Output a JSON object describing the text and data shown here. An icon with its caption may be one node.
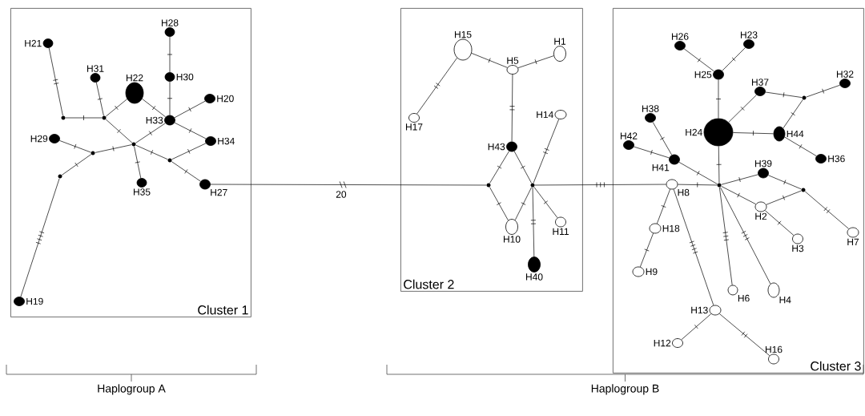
{
  "diagram": {
    "nodes": [
      {
        "text": [
          "Cluster 1"
        ]
      },
      {
        "text": [
          "Cluster 2"
        ]
      },
      {
        "text": [
          "Cluster 3"
        ]
      },
      {
        "text": [
          "H21"
        ],
        "in": 0
      },
      {
        "text": [
          "H31"
        ],
        "in": 0
      },
      {
        "text": [
          "H22"
        ],
        "in": 0
      },
      {
        "text": [
          "H28"
        ],
        "in": 0
      },
      {
        "text": [
          "H30"
        ],
        "in": 0
      },
      {
        "text": [
          "H20"
        ],
        "in": 0
      },
      {
        "text": [
          "H33"
        ],
        "in": 0
      },
      {
        "text": [
          "H29"
        ],
        "in": 0
      },
      {
        "text": [
          "H34"
        ],
        "in": 0
      },
      {
        "text": [
          "H35"
        ],
        "in": 0
      },
      {
        "text": [
          "H27"
        ],
        "in": 0
      },
      {
        "text": [
          "H19"
        ],
        "in": 0
      },
      {
        "text": [],
        "shape": "circle",
        "in": 0
      },
      {
        "text": [],
        "shape": "circle",
        "in": 0
      },
      {
        "text": [],
        "shape": "circle",
        "in": 0
      },
      {
        "text": [],
        "shape": "circle",
        "in": 0
      },
      {
        "text": [],
        "shape": "circle",
        "in": 0
      },
      {
        "text": [],
        "shape": "circle",
        "in": 0
      },
      {
        "text": [
          "H15"
        ],
        "in": 1
      },
      {
        "text": [
          "H5"
        ],
        "in": 1
      },
      {
        "text": [
          "H1"
        ],
        "in": 1
      },
      {
        "text": [
          "H17"
        ],
        "in": 1
      },
      {
        "text": [
          "H14"
        ],
        "in": 1
      },
      {
        "text": [
          "H43"
        ],
        "in": 1
      },
      {
        "text": [
          "H10"
        ],
        "in": 1
      },
      {
        "text": [
          "H11"
        ],
        "in": 1
      },
      {
        "text": [
          "H40"
        ],
        "in": 1
      },
      {
        "text": [],
        "shape": "circle",
        "in": 1
      },
      {
        "text": [],
        "shape": "circle",
        "in": 1
      },
      {
        "text": [
          "H26"
        ],
        "in": 2
      },
      {
        "text": [
          "H23"
        ],
        "in": 2
      },
      {
        "text": [
          "H25"
        ],
        "in": 2
      },
      {
        "text": [
          "H37"
        ],
        "in": 2
      },
      {
        "text": [
          "H32"
        ],
        "in": 2
      },
      {
        "text": [
          "H38"
        ],
        "in": 2
      },
      {
        "text": [
          "H24"
        ],
        "in": 2
      },
      {
        "text": [
          "H44"
        ],
        "in": 2
      },
      {
        "text": [
          "H42"
        ],
        "in": 2
      },
      {
        "text": [
          "H36"
        ],
        "in": 2
      },
      {
        "text": [
          "H41"
        ],
        "in": 2
      },
      {
        "text": [
          "H39"
        ],
        "in": 2
      },
      {
        "text": [
          "H8"
        ],
        "in": 2
      },
      {
        "text": [
          "H2"
        ],
        "in": 2
      },
      {
        "text": [
          "H18"
        ],
        "in": 2
      },
      {
        "text": [
          "H3"
        ],
        "in": 2
      },
      {
        "text": [
          "H7"
        ],
        "in": 2
      },
      {
        "text": [
          "H9"
        ],
        "in": 2
      },
      {
        "text": [
          "H6"
        ],
        "in": 2
      },
      {
        "text": [
          "H4"
        ],
        "in": 2
      },
      {
        "text": [
          "H13"
        ],
        "in": 2
      },
      {
        "text": [
          "H12"
        ],
        "in": 2
      },
      {
        "text": [
          "H16"
        ],
        "in": 2
      },
      {
        "text": [],
        "shape": "circle",
        "in": 2
      },
      {
        "text": [],
        "shape": "circle",
        "in": 2
      },
      {
        "text": [],
        "shape": "circle",
        "in": 2
      }
    ],
    "edges": [
      {
        "from": 3,
        "to": 15,
        "arrow": "none"
      },
      {
        "from": 15,
        "to": 16,
        "arrow": "none"
      },
      {
        "from": 4,
        "to": 16,
        "arrow": "none"
      },
      {
        "from": 16,
        "to": 5,
        "arrow": "none"
      },
      {
        "from": 16,
        "to": 17,
        "arrow": "none"
      },
      {
        "from": 5,
        "to": 9,
        "arrow": "none"
      },
      {
        "from": 6,
        "to": 7,
        "arrow": "none"
      },
      {
        "from": 7,
        "to": 9,
        "arrow": "none"
      },
      {
        "from": 9,
        "to": 8,
        "arrow": "none"
      },
      {
        "from": 9,
        "to": 17,
        "arrow": "none"
      },
      {
        "from": 9,
        "to": 11,
        "arrow": "none"
      },
      {
        "from": 17,
        "to": 12,
        "arrow": "none"
      },
      {
        "from": 17,
        "to": 19,
        "arrow": "none"
      },
      {
        "from": 19,
        "to": 11,
        "arrow": "none"
      },
      {
        "from": 19,
        "to": 13,
        "arrow": "none"
      },
      {
        "from": 10,
        "to": 18,
        "arrow": "none"
      },
      {
        "from": 18,
        "to": 17,
        "arrow": "none"
      },
      {
        "from": 18,
        "to": 20,
        "arrow": "none"
      },
      {
        "from": 20,
        "to": 14,
        "arrow": "none"
      },
      {
        "from": 13,
        "to": 30,
        "arrow": "none",
        "label": "20"
      },
      {
        "from": 21,
        "to": 22,
        "arrow": "none"
      },
      {
        "from": 22,
        "to": 23,
        "arrow": "none"
      },
      {
        "from": 21,
        "to": 24,
        "arrow": "none"
      },
      {
        "from": 22,
        "to": 26,
        "arrow": "none"
      },
      {
        "from": 26,
        "to": 30,
        "arrow": "none"
      },
      {
        "from": 26,
        "to": 31,
        "arrow": "none"
      },
      {
        "from": 30,
        "to": 27,
        "arrow": "none"
      },
      {
        "from": 27,
        "to": 31,
        "arrow": "none"
      },
      {
        "from": 31,
        "to": 25,
        "arrow": "none"
      },
      {
        "from": 31,
        "to": 28,
        "arrow": "none"
      },
      {
        "from": 31,
        "to": 29,
        "arrow": "none"
      },
      {
        "from": 31,
        "to": 44,
        "arrow": "none"
      },
      {
        "from": 32,
        "to": 34,
        "arrow": "none"
      },
      {
        "from": 33,
        "to": 34,
        "arrow": "none"
      },
      {
        "from": 34,
        "to": 38,
        "arrow": "none"
      },
      {
        "from": 38,
        "to": 35,
        "arrow": "none"
      },
      {
        "from": 35,
        "to": 55,
        "arrow": "none"
      },
      {
        "from": 55,
        "to": 36,
        "arrow": "none"
      },
      {
        "from": 55,
        "to": 39,
        "arrow": "none"
      },
      {
        "from": 38,
        "to": 39,
        "arrow": "none"
      },
      {
        "from": 39,
        "to": 41,
        "arrow": "none"
      },
      {
        "from": 38,
        "to": 56,
        "arrow": "none"
      },
      {
        "from": 37,
        "to": 42,
        "arrow": "none"
      },
      {
        "from": 40,
        "to": 42,
        "arrow": "none"
      },
      {
        "from": 42,
        "to": 56,
        "arrow": "none"
      },
      {
        "from": 44,
        "to": 56,
        "arrow": "none"
      },
      {
        "from": 56,
        "to": 43,
        "arrow": "none"
      },
      {
        "from": 43,
        "to": 57,
        "arrow": "none"
      },
      {
        "from": 57,
        "to": 45,
        "arrow": "none"
      },
      {
        "from": 57,
        "to": 48,
        "arrow": "none"
      },
      {
        "from": 56,
        "to": 45,
        "arrow": "none"
      },
      {
        "from": 45,
        "to": 47,
        "arrow": "none"
      },
      {
        "from": 56,
        "to": 50,
        "arrow": "none"
      },
      {
        "from": 56,
        "to": 51,
        "arrow": "none"
      },
      {
        "from": 44,
        "to": 46,
        "arrow": "none"
      },
      {
        "from": 46,
        "to": 49,
        "arrow": "none"
      },
      {
        "from": 44,
        "to": 52,
        "arrow": "none"
      },
      {
        "from": 52,
        "to": 53,
        "arrow": "none"
      },
      {
        "from": 52,
        "to": 54,
        "arrow": "none"
      }
    ],
    "labels": [
      "Haplogroup A",
      "Haplogroup B"
    ]
  }
}
